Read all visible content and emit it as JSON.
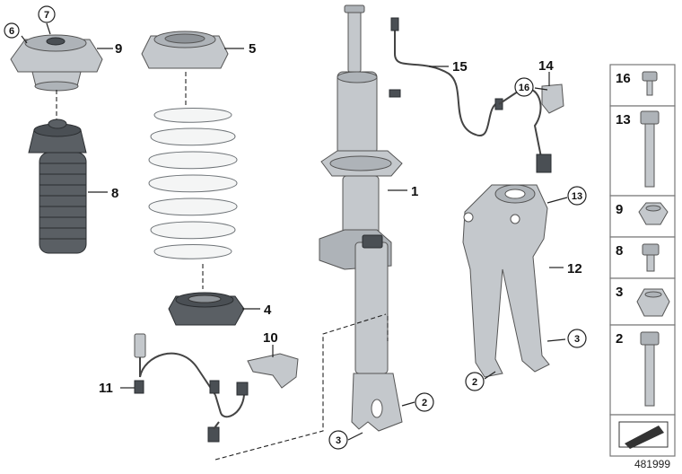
{
  "diagram": {
    "doc_number": "481999",
    "part_labels": [
      "1",
      "2",
      "2",
      "3",
      "3",
      "4",
      "5",
      "6",
      "7",
      "8",
      "9",
      "10",
      "11",
      "12",
      "13",
      "14",
      "15",
      "16"
    ],
    "sidebar_labels": [
      "16",
      "13",
      "9",
      "8",
      "3",
      "2"
    ]
  },
  "colors": {
    "metal": "#c4c8cc",
    "rubber": "#5a5f64",
    "spring": "#f4f5f5",
    "line": "#222222"
  }
}
